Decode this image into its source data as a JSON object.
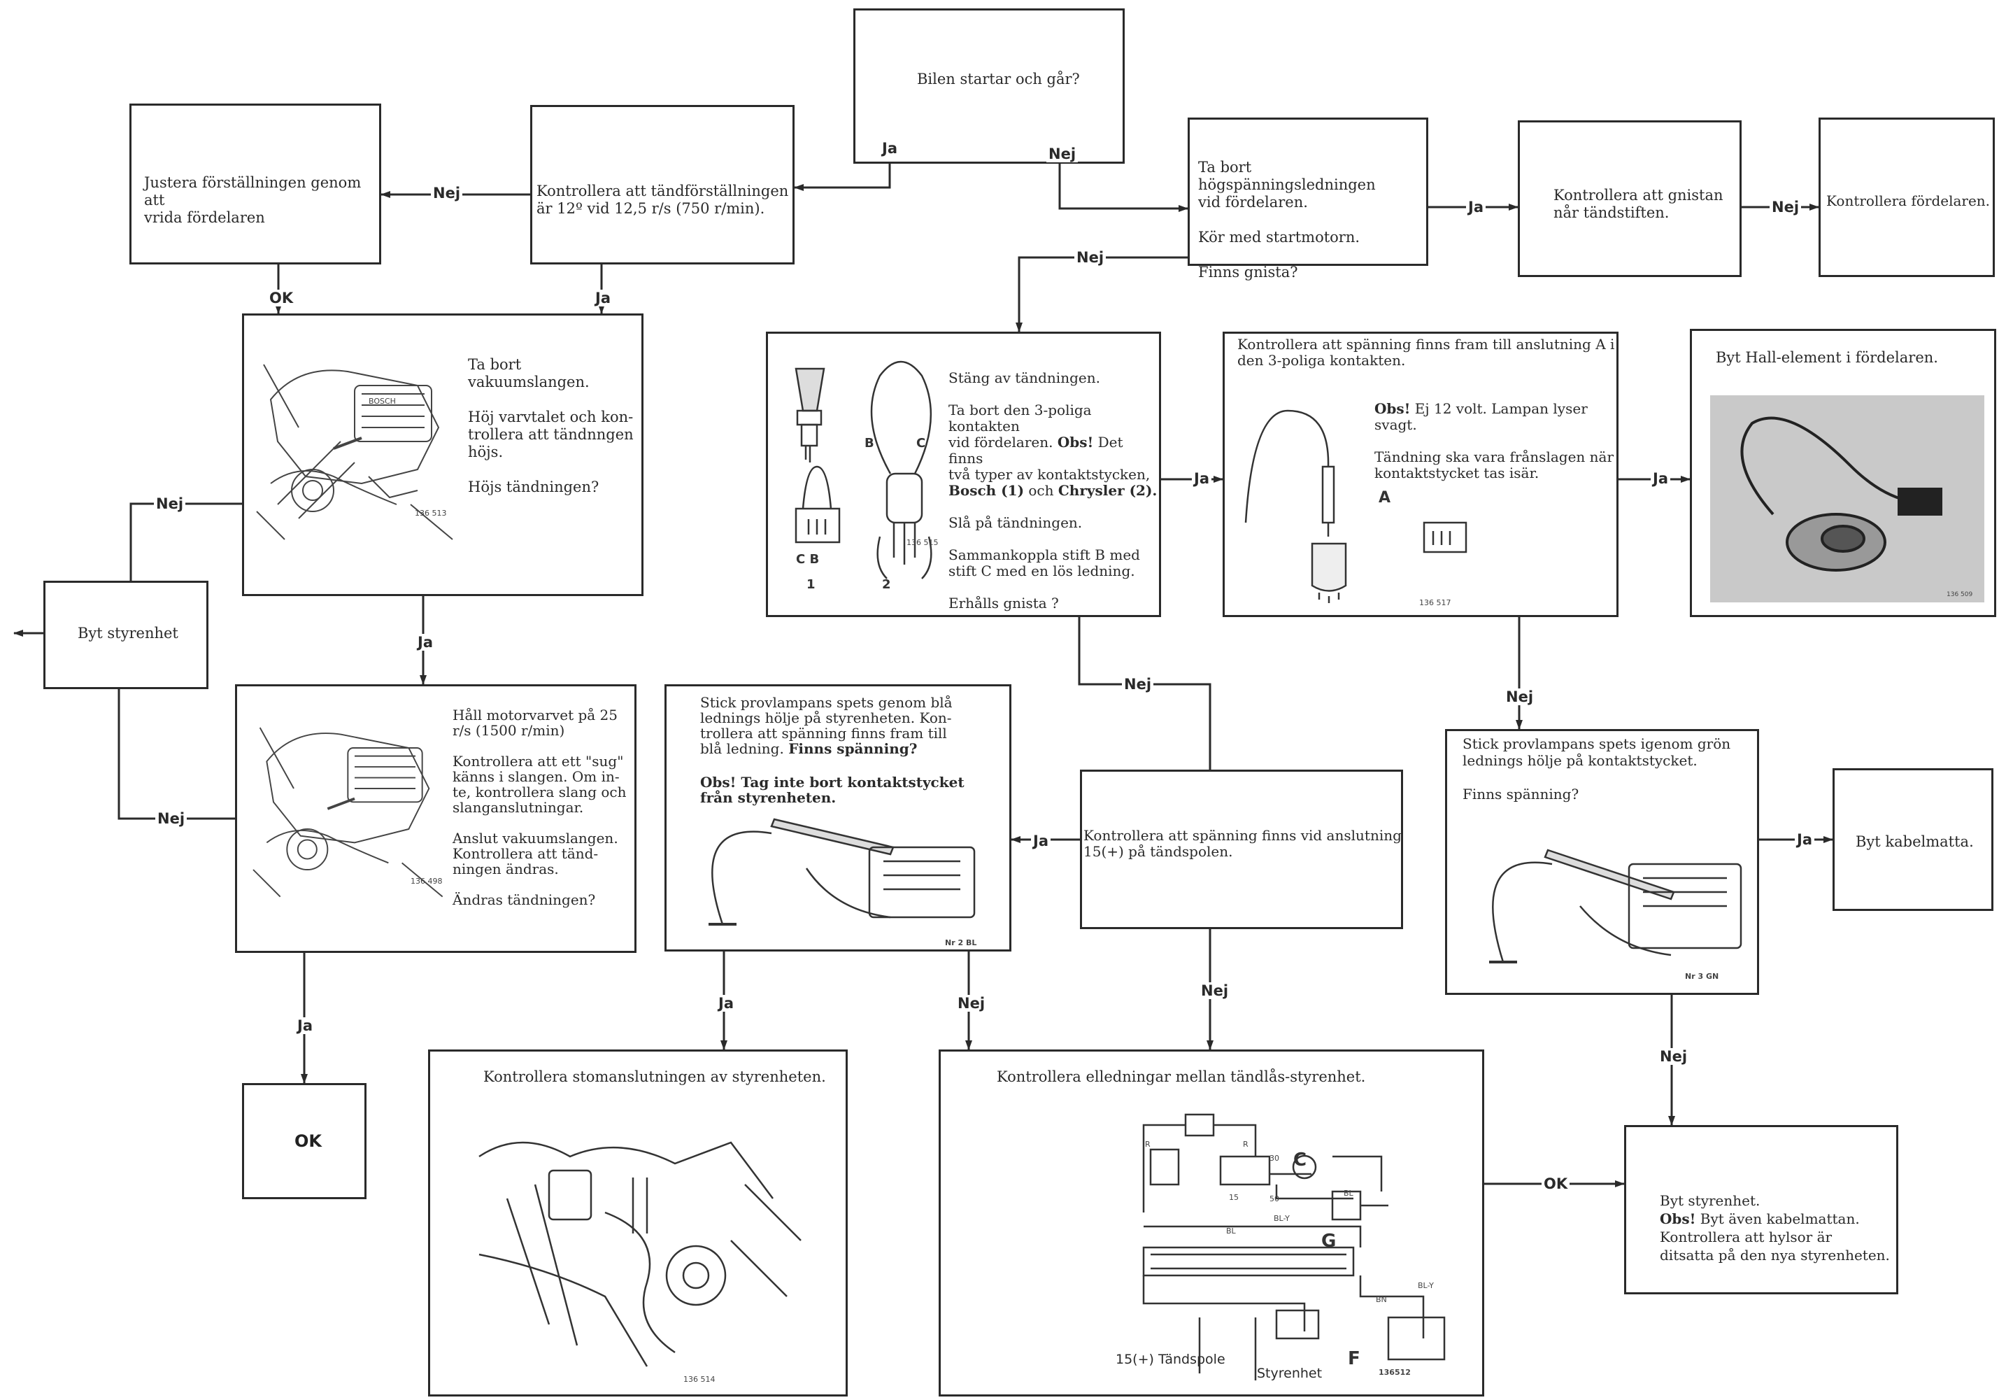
{
  "boxes": {
    "start": "Bilen startar och går?",
    "adjust": "Justera förställningen genom att\nvrida fördelaren",
    "check_timing": "Kontrollera att tändförställningen\när 12º vid 12,5 r/s (750 r/min).",
    "remove_hv": "Ta bort högspänningsledningen\nvid fördelaren.\n\nKör med startmotorn.\n\nFinns gnista?",
    "check_spark_plug": "Kontrollera att gnistan\nnår tändstiften.",
    "check_distributor": "Kontrollera fördelaren.",
    "vacuum_1": "Ta bort vakuumslangen.\n\nHöj varvtalet och kon-\ntrollera att tändnngen\nhöjs.\n\nHöjs tändningen?",
    "vacuum_1_caption": "136 513",
    "connector_intro": "Stäng av tändningen.\n\nTa bort den 3-poliga kontakten\nvid fördelaren.",
    "connector_obs_label": "Obs!",
    "connector_obs": " Det finns\ntvå  typer av  kontaktstycken,",
    "connector_bosch": "Bosch (1)",
    "connector_and": " och ",
    "connector_chrysler": "Chrysler (2).",
    "connector_rest": "Slå på tändningen.\n\nSammankoppla  stift B  med\nstift C med en lös ledning.\n\nErhålls gnista ?",
    "connector_caption": "136 515",
    "connector_labels": {
      "b": "B",
      "c": "C",
      "cb": "C B",
      "n1": "1",
      "n2": "2"
    },
    "voltage_a_title": "Kontrollera att spänning finns fram till anslutning A i\nden 3-poliga kontakten.",
    "voltage_a_obs_label": "Obs!",
    "voltage_a_obs": " Ej 12 volt. Lampan lyser\nsvagt.",
    "voltage_a_rest": "Tändning ska vara frånslagen när\nkontaktstycket tas isär.",
    "voltage_a_letter": "A",
    "voltage_a_caption": "136 517",
    "hall": "Byt Hall-element i fördelaren.",
    "hall_caption": "136 509",
    "replace_ecu": "Byt styrenhet",
    "vacuum_2": "Håll motorvarvet på 25\nr/s (1500 r/min)\n\nKontrollera att ett \"sug\"\nkänns i slangen. Om in-\nte, kontrollera slang och\nslanganslutningar.\n\nAnslut vakuumslangen.\nKontrollera att tänd-\nningen ändras.\n\nÄndras tändningen?",
    "vacuum_2_caption": "136 498",
    "probe_blue": "Stick provlampans spets genom blå\nlednings hölje på styrenheten. Kon-\ntrollera att spänning finns fram till\nblå ledning. ",
    "probe_blue_bold": "Finns spänning?",
    "probe_blue_obs": "Obs! Tag inte bort kontaktstycket\nfrån styrenheten.",
    "probe_blue_caption": "Nr 2 BL",
    "coil_15": "Kontrollera att spänning finns vid anslutning\n15(+) på tändspolen.",
    "probe_green": "Stick provlampans spets igenom grön\nlednings hölje på kontaktstycket.\n\nFinns spänning?",
    "probe_green_caption": "Nr 3 GN",
    "cable_mat": "Byt kabelmatta.",
    "ok_box": "OK",
    "ground": "Kontrollera stomanslutningen av styrenheten.",
    "ground_caption": "136 514",
    "wiring": "Kontrollera elledningar mellan tändlås-styrenhet.",
    "wiring_labels": {
      "c": "C",
      "g": "G",
      "f": "F",
      "coil": "15(+) Tändspole",
      "ecu": "Styrenhet",
      "caption": "136512",
      "r": "R",
      "bl": "BL",
      "bly": "BL-Y",
      "bn": "BN",
      "n30": "30",
      "n50": "50",
      "n15": "15"
    },
    "replace_ecu_final_1": "Byt styrenhet.",
    "replace_ecu_final_obs": "Obs!",
    "replace_ecu_final_2": " Byt även kabelmattan.",
    "replace_ecu_final_3": "Kontrollera att hylsor är\nditsatta på den nya styrenheten."
  },
  "labels": {
    "ja": "Ja",
    "nej": "Nej",
    "ok": "OK"
  }
}
